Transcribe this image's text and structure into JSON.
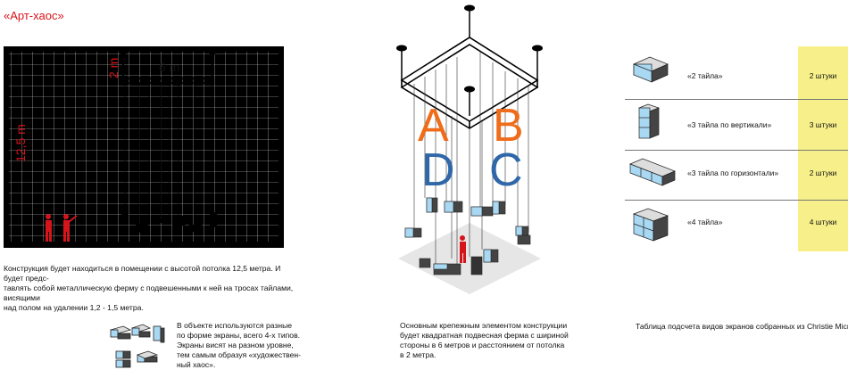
{
  "title": "«Арт-хаос»",
  "section_plan": {
    "dim_height": "12,5 m",
    "dim_truss_drop": "2 m",
    "dim_truss_width": "6 m",
    "description_line1": "Конструкция будет находиться в помещении с высотой потолка 12,5 метра. И будет предс-",
    "description_line2": "тавлять собой металлическую ферму с подвешенными к ней на тросах тайлами, висящими",
    "description_line3": "над полом на удалении 1,2 - 1,5 метра."
  },
  "screens_note": {
    "line1": "В объекте используются разные",
    "line2": "по форме экраны, всего 4-х типов.",
    "line3": "Экраны висят на разном уровне,",
    "line4": "тем самым образуя «художествен-",
    "line5": "ный хаос»."
  },
  "isometric": {
    "letters": [
      "A",
      "B",
      "D",
      "C"
    ],
    "letter_colors": {
      "A": "#ef6c1a",
      "B": "#ef6c1a",
      "D": "#2f67a8",
      "C": "#2f67a8"
    },
    "caption_line1": "Основным крепежным элементом конструкции",
    "caption_line2": "будет квадратная подвесная ферма с шириной",
    "caption_line3": "стороны в 6 метров и расстоянием от потолка",
    "caption_line4": "в 2 метра."
  },
  "table": {
    "rows": [
      {
        "label": "«2 тайла»",
        "value": "2 штуки",
        "icon": "two-tiles-icon"
      },
      {
        "label": "«3 тайла по вертикали»",
        "value": "3 штуки",
        "icon": "three-tiles-vertical-icon"
      },
      {
        "label": "«3 тайла по горизонтали»",
        "value": "2 штуки",
        "icon": "three-tiles-horizontal-icon"
      },
      {
        "label": "«4 тайла»",
        "value": "4 штуки",
        "icon": "four-tiles-icon"
      }
    ],
    "caption": "Таблица подсчета видов экранов собранных из Christie Micro Tiles.",
    "highlight_color": "#f7f08a"
  },
  "colors": {
    "accent": "#d6141c",
    "tile_face": "#a9d8f2",
    "tile_side": "#4a4a4a"
  }
}
